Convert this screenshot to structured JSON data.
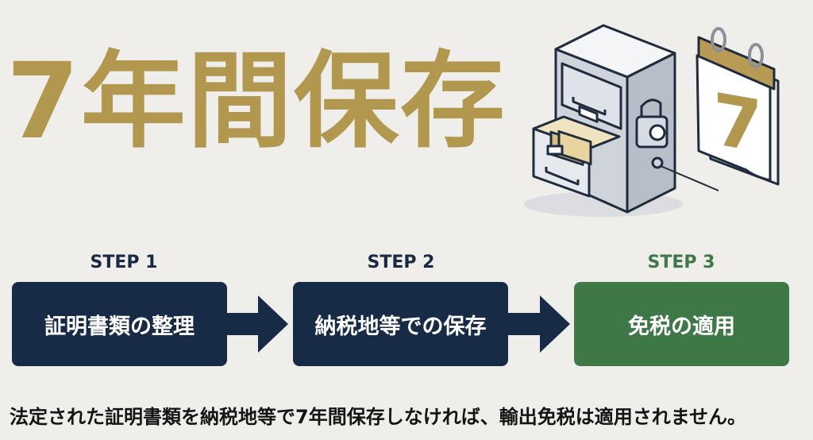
{
  "headline": "7年間保存",
  "illustration": {
    "cabinet": "filing-cabinet-icon",
    "lock": "padlock-icon",
    "calendar": "calendar-icon",
    "calendar_number": "7"
  },
  "steps": [
    {
      "label": "STEP 1",
      "text": "証明書類の整理",
      "color": "#172a46"
    },
    {
      "label": "STEP 2",
      "text": "納税地等での保存",
      "color": "#172a46"
    },
    {
      "label": "STEP 3",
      "text": "免税の適用",
      "color": "#3e7847"
    }
  ],
  "footer": "法定された証明書類を納税地等で7年間保存しなければ、輸出免税は適用されません。",
  "colors": {
    "gold": "#b2974f",
    "navy": "#172a46",
    "green": "#3e7847",
    "background": "#efeeea"
  }
}
